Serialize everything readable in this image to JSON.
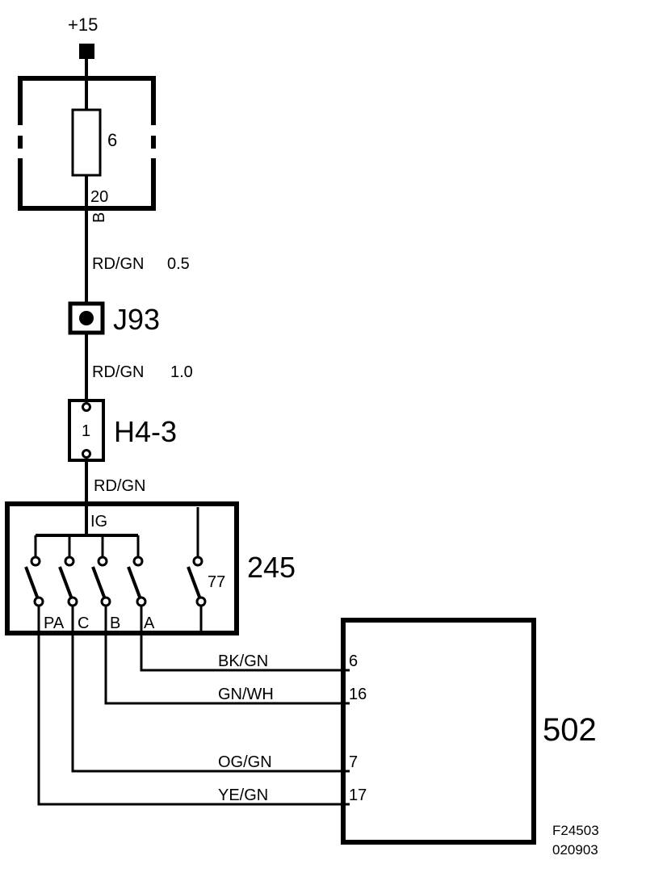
{
  "supply": {
    "label": "+15"
  },
  "fuse": {
    "number": "6",
    "pin": "20",
    "connector": "B"
  },
  "wires": {
    "w1": {
      "color": "RD/GN",
      "size": "0.5"
    },
    "w2": {
      "color": "RD/GN",
      "size": "1.0"
    },
    "w3": {
      "color": "RD/GN"
    }
  },
  "splice": {
    "label": "J93"
  },
  "connector": {
    "label": "H4-3",
    "pin": "1"
  },
  "ignition_switch": {
    "id": "245",
    "input": "IG",
    "contact_77": "77",
    "positions": {
      "pa": "PA",
      "c": "C",
      "b": "B",
      "a": "A"
    }
  },
  "module": {
    "id": "502",
    "inputs": [
      {
        "wire": "BK/GN",
        "pin": "6"
      },
      {
        "wire": "GN/WH",
        "pin": "16"
      },
      {
        "wire": "OG/GN",
        "pin": "7"
      },
      {
        "wire": "YE/GN",
        "pin": "17"
      }
    ]
  },
  "footer": {
    "figure": "F24503",
    "date": "020903"
  }
}
